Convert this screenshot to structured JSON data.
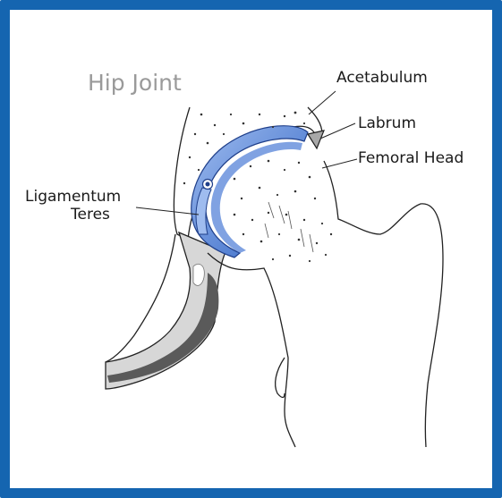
{
  "diagram": {
    "title": "Hip Joint",
    "labels": {
      "acetabulum": "Acetabulum",
      "labrum": "Labrum",
      "femoral_head": "Femoral Head",
      "ligamentum_line1": "Ligamentum",
      "ligamentum_line2": "Teres"
    },
    "colors": {
      "frame": "#1565b0",
      "cartilage": "#2f63c4",
      "cartilage_light": "#b7cdf2",
      "bone_shade": "#d4d4d4",
      "bone_dark": "#555555",
      "labrum": "#a8a8a8"
    }
  }
}
